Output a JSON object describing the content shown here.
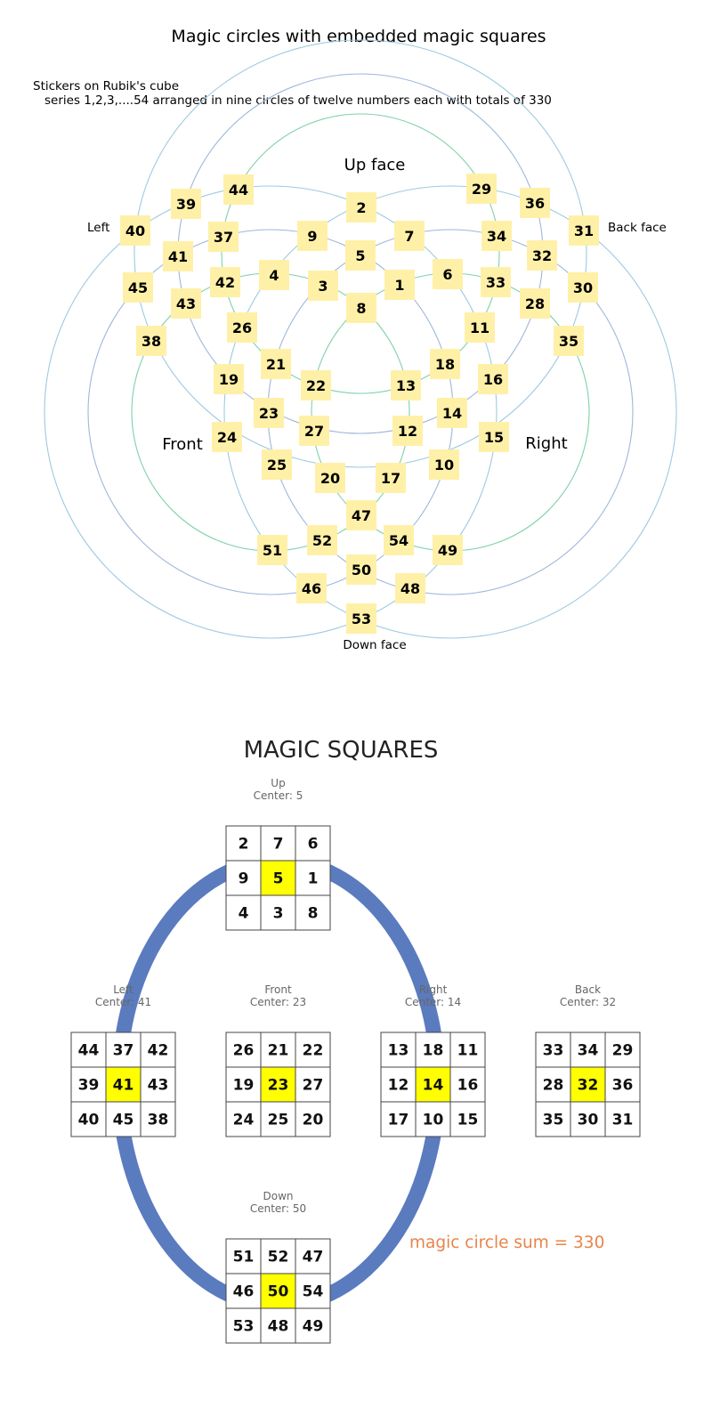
{
  "top": {
    "title": "Magic circles with embedded magic squares",
    "subtitle_line1": "Stickers on Rubik's cube",
    "subtitle_line2": "series 1,2,3,....54 arranged in nine circles of twelve numbers each with totals of 330",
    "labels": {
      "up": "Up face",
      "left": "Left",
      "back": "Back face",
      "front": "Front",
      "right": "Right",
      "down": "Down face"
    },
    "colors": {
      "outer_circles": "#9ecae1",
      "middle_circles": "#9fb7d9",
      "inner_circles": "#7fd1a8",
      "sticker_fill": "#fff0a8"
    },
    "numbers": [
      "2",
      "7",
      "5",
      "9",
      "8",
      "3",
      "1",
      "4",
      "6",
      "44",
      "39",
      "37",
      "40",
      "41",
      "42",
      "45",
      "43",
      "26",
      "38",
      "29",
      "36",
      "34",
      "31",
      "32",
      "33",
      "30",
      "28",
      "11",
      "35",
      "21",
      "22",
      "13",
      "18",
      "19",
      "16",
      "23",
      "14",
      "27",
      "12",
      "24",
      "15",
      "25",
      "20",
      "17",
      "10",
      "47",
      "52",
      "54",
      "51",
      "49",
      "50",
      "46",
      "48",
      "53"
    ]
  },
  "bottom": {
    "title": "MAGIC SQUARES",
    "sum_label": "magic circle sum = 330",
    "colors": {
      "ring": "#5b7bbf",
      "center_fill": "#ffff00",
      "sum_text": "#e8844a",
      "cell_border": "#444444"
    },
    "squares": [
      {
        "face": "Up",
        "center_label": "Center: 5",
        "cells": [
          "2",
          "7",
          "6",
          "9",
          "5",
          "1",
          "4",
          "3",
          "8"
        ]
      },
      {
        "face": "Left",
        "center_label": "Center: 41",
        "cells": [
          "44",
          "37",
          "42",
          "39",
          "41",
          "43",
          "40",
          "45",
          "38"
        ]
      },
      {
        "face": "Front",
        "center_label": "Center: 23",
        "cells": [
          "26",
          "21",
          "22",
          "19",
          "23",
          "27",
          "24",
          "25",
          "20"
        ]
      },
      {
        "face": "Right",
        "center_label": "Center: 14",
        "cells": [
          "13",
          "18",
          "11",
          "12",
          "14",
          "16",
          "17",
          "10",
          "15"
        ]
      },
      {
        "face": "Back",
        "center_label": "Center: 32",
        "cells": [
          "33",
          "34",
          "29",
          "28",
          "32",
          "36",
          "35",
          "30",
          "31"
        ]
      },
      {
        "face": "Down",
        "center_label": "Center: 50",
        "cells": [
          "51",
          "52",
          "47",
          "46",
          "50",
          "54",
          "53",
          "48",
          "49"
        ]
      }
    ]
  }
}
